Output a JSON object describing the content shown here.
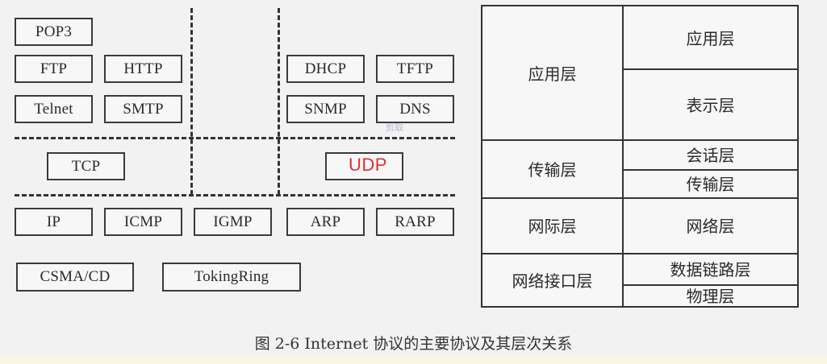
{
  "protocols": {
    "pop3": "POP3",
    "ftp": "FTP",
    "http": "HTTP",
    "telnet": "Telnet",
    "smtp": "SMTP",
    "dhcp": "DHCP",
    "tftp": "TFTP",
    "snmp": "SNMP",
    "dns": "DNS",
    "tcp": "TCP",
    "udp": "UDP",
    "ip": "IP",
    "icmp": "ICMP",
    "igmp": "IGMP",
    "arp": "ARP",
    "rarp": "RARP",
    "csma": "CSMA/CD",
    "tokenring": "TokingRing"
  },
  "watermark": "剪取",
  "osi": {
    "left": [
      "应用层",
      "传输层",
      "网际层",
      "网络接口层"
    ],
    "right": [
      "应用层",
      "表示层",
      "会话层",
      "传输层",
      "网络层",
      "数据链路层",
      "物理层"
    ]
  },
  "caption": "图 2-6   Internet 协议的主要协议及其层次关系"
}
